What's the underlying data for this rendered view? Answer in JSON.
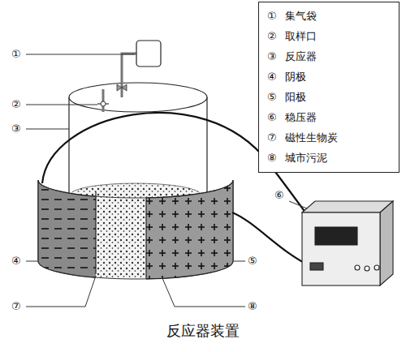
{
  "diagram": {
    "caption": "反应器装置",
    "nodes": [
      {
        "text": [
          "①",
          "集气袋",
          "②",
          "取样口",
          "③",
          "反应器",
          "④",
          "阴极",
          "⑤",
          "阳极",
          "⑥",
          "稳压器",
          "⑦",
          "磁性生物炭",
          "⑧",
          "城市污泥"
        ]
      }
    ],
    "labels": [
      "①",
      "②",
      "③",
      "④",
      "⑤",
      "⑥",
      "⑦",
      "⑧"
    ]
  }
}
